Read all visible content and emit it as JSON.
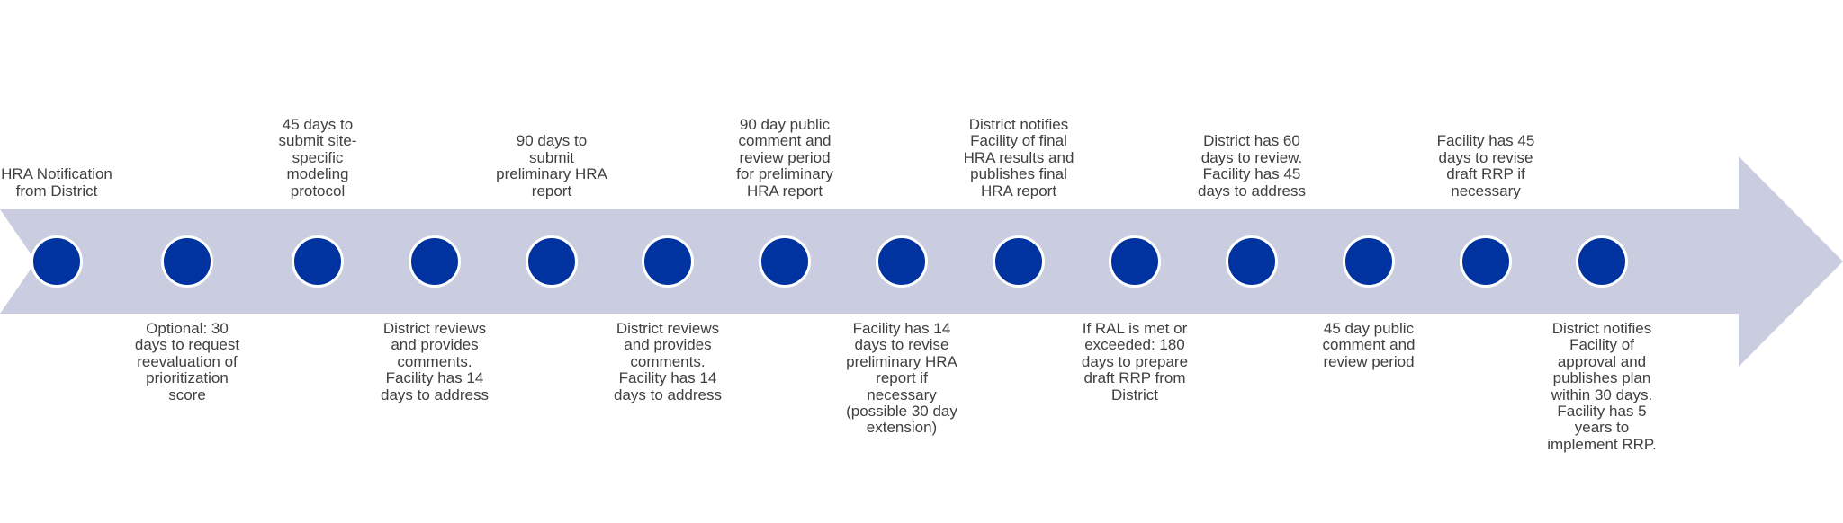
{
  "colors": {
    "arrow": "#cacce0",
    "node": "#0033a0",
    "text": "#404040"
  },
  "steps": [
    {
      "position": "above",
      "text": "HRA Notification from District"
    },
    {
      "position": "below",
      "text": "Optional: 30 days to request reevaluation of prioritization score"
    },
    {
      "position": "above",
      "text": "45 days to submit site-specific modeling protocol"
    },
    {
      "position": "below",
      "text": "District reviews and provides comments. Facility has 14 days to address"
    },
    {
      "position": "above",
      "text": "90 days to submit preliminary HRA report"
    },
    {
      "position": "below",
      "text": "District reviews and provides comments. Facility has 14 days to address"
    },
    {
      "position": "above",
      "text": "90 day public comment and review period for preliminary HRA report"
    },
    {
      "position": "below",
      "text": "Facility has 14 days to revise preliminary HRA report if necessary (possible 30 day extension)"
    },
    {
      "position": "above",
      "text": "District notifies Facility of final HRA results and publishes final HRA report"
    },
    {
      "position": "below",
      "text": "If RAL is met or exceeded: 180 days to prepare draft RRP from District"
    },
    {
      "position": "above",
      "text": "District has 60 days to review. Facility has 45 days to address"
    },
    {
      "position": "below",
      "text": "45 day public comment and review period"
    },
    {
      "position": "above",
      "text": "Facility has 45 days to revise draft RRP if necessary"
    },
    {
      "position": "below",
      "text": "District notifies Facility of approval and publishes plan within 30 days. Facility has 5 years to implement RRP."
    }
  ]
}
